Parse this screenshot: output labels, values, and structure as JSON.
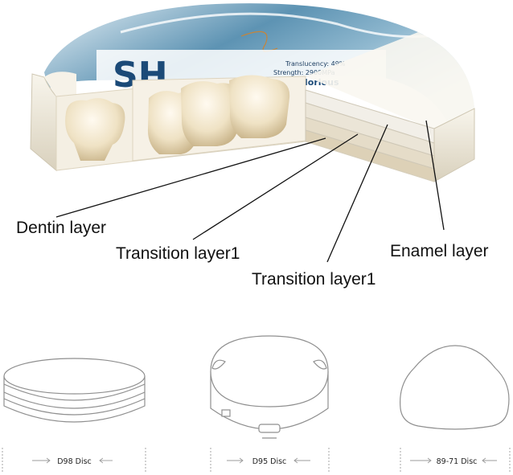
{
  "product_image": {
    "brand_text": "SH",
    "specs": [
      "Translucency: 49%",
      "Strength: 2900MPa"
    ],
    "tagline": "Glorious"
  },
  "layers": [
    {
      "label": "Dentin layer"
    },
    {
      "label": "Transition layer1"
    },
    {
      "label": "Transition layer1"
    },
    {
      "label": "Enamel layer"
    }
  ],
  "discs": [
    {
      "label": "D98 Disc",
      "icon": "round-disc-icon"
    },
    {
      "label": "D95 Disc",
      "icon": "notched-disc-icon"
    },
    {
      "label": "89-71 Disc",
      "icon": "arch-disc-icon"
    }
  ],
  "colors": {
    "disc_outline": "#9b9b9b",
    "leader_line": "#111111",
    "disc_body": "#f3eee2",
    "teeth": "#f1e7cf",
    "banner_blue": "#1b4a78"
  }
}
